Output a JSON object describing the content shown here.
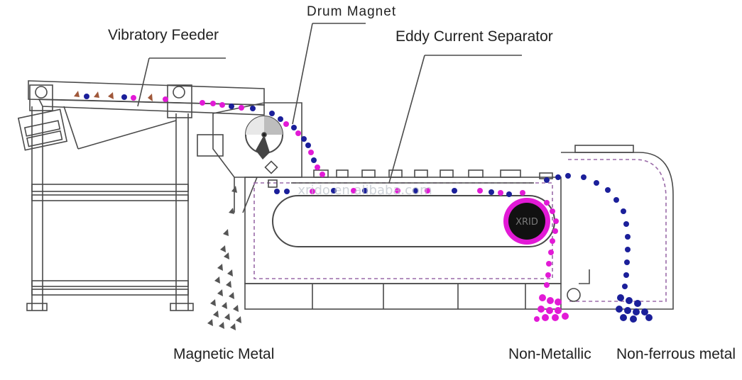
{
  "labels": {
    "drum_magnet": "Drum Magnet",
    "vibratory_feeder": "Vibratory Feeder",
    "eddy_current_separator": "Eddy Current Separator",
    "magnetic_metal": "Magnetic Metal",
    "non_metallic": "Non-Metallic",
    "non_ferrous_metal": "Non-ferrous metal"
  },
  "watermark": {
    "text": "xrido.en.alibaba.com",
    "roller_logo": "XRID"
  },
  "colors": {
    "line": "#4a4a4a",
    "magenta_particle": "#e21ad6",
    "blue_particle": "#1b1f9a",
    "brown_particle": "#a0583a",
    "gray_particle": "#555555",
    "dashed": "#9a6aa8"
  }
}
